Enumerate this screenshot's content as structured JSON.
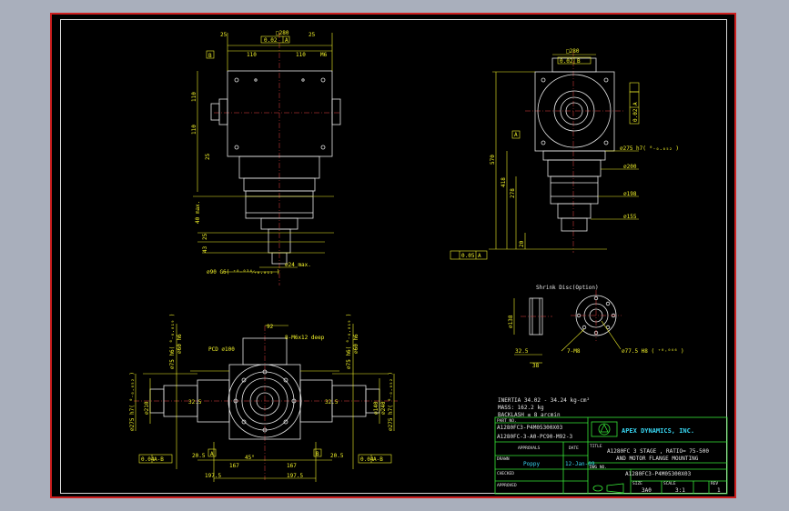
{
  "views": {
    "top_view": {
      "dim_outer": "□280",
      "flatness": [
        "0.02",
        "A"
      ],
      "dim_left": "25",
      "dim_right": "25",
      "dim_110_left": "110",
      "dim_110_right": "110",
      "hole_note": "M6",
      "datum_b": "B",
      "dim_v1": "110",
      "dim_v2": "110",
      "dim_v3": "25",
      "dim_40": "40 max.",
      "dim_25b": "25",
      "dim_43": "43",
      "dim_90": "⌀90 G6( ⁺⁰⋅⁰³⁴⁄₊₀.₀₁₂ )",
      "dim_24": "⌀24 max."
    },
    "side_view": {
      "dim_outer": "□280",
      "flatness": [
        "0.02",
        "B"
      ],
      "perp": [
        "0.02",
        "A"
      ],
      "datum_a": "A",
      "dim_570": "570",
      "dim_418": "418",
      "dim_278": "278",
      "dim_20": "20",
      "dim_275": "⌀275 h7( ⁰₋₀.₀₅₂ )",
      "dim_200": "⌀200",
      "dim_198": "⌀198",
      "dim_155": "⌀155",
      "runout": [
        "0.05",
        "A"
      ]
    },
    "front_view": {
      "dim_92": "92",
      "tap_note": "8-M6x12 deep",
      "pcd": "PCD ⌀100",
      "dim_75_left": "⌀75 h6( ⁰₋₀.₀₁₉ )",
      "dim_60_left": "⌀60 h6",
      "dim_75_right": "⌀75 h6( ⁰₋₀.₀₁₉ )",
      "dim_60_right": "⌀60 h6",
      "dim_275_left": "⌀275 h7( ⁰₋₀.₀₅₂ )",
      "dim_210": "⌀210",
      "dim_140": "⌀140",
      "dim_275_right": "⌀275 h7( ⁰₋₀.₀₅₂ )",
      "dim_240": "⌀240",
      "dim_32_5_left": "32.5",
      "dim_32_5_right": "32.5",
      "angle": "45°",
      "dim_20_5_left": "20.5",
      "dim_20_5_right": "20.5",
      "dim_167_left": "167",
      "dim_167_right": "167",
      "dim_197_5_left": "197.5",
      "dim_197_5_right": "197.5",
      "fcf_left": [
        "0.04",
        "A-B"
      ],
      "fcf_right": [
        "0.04",
        "A-B"
      ],
      "datum_a": "A",
      "datum_b": "B"
    },
    "shrink_disc": {
      "title": "Shrink Disc(Option)",
      "dim_138": "⌀138",
      "dim_32_5": "32.5",
      "dim_38": "38",
      "holes": "7-M8",
      "bore": "⌀77.5 H8 ( ⁺⁰⋅⁰⁴⁶ )"
    }
  },
  "notes": {
    "inertia": "INERTIA 34.02 - 34.24 kg-cm²",
    "mass": "MASS: 162.2 kg",
    "backlash": "BACKLASH ≤ 8 arcmin"
  },
  "title_block": {
    "part_no_label": "PART NO.",
    "part_no_1": "A1280FC3-P4M05300X03",
    "part_no_2": "A1280FC-3-A0-PC90-M92-3",
    "approvals_label": "APPROVALS",
    "date_label": "DATE",
    "drawn_label": "DRAWN",
    "drawn_by": "Poppy",
    "drawn_date": "12-Jan-09",
    "checked_label": "CHECKED",
    "approved_label": "APPROVED",
    "title_label": "TITLE",
    "company": "APEX DYNAMICS, INC.",
    "title_1": "A1280FC 3 STAGE , RATIO= 75-500",
    "title_2": "AND MOTOR FLANGE MOUNTING",
    "dwg_no_label": "DWG NO.",
    "dwg_no": "A1280FC3-P4M05300X03",
    "size_label": "SIZE",
    "size": "3A0",
    "scale_label": "SCALE",
    "scale": "3:1",
    "rev_label": "REV",
    "rev": "1"
  },
  "colors": {
    "background": "#a9afbc",
    "sheet": "#000000",
    "border": "#cc1f1f",
    "outline": "#e6e6e6",
    "dimension": "#f2f22a",
    "titleblock": "#36e636",
    "text_cyan": "#38d6f2"
  }
}
